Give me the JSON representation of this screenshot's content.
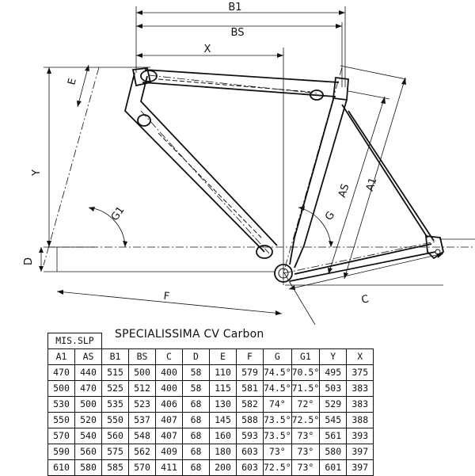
{
  "labels": {
    "B1": "B1",
    "BS": "BS",
    "X": "X",
    "E": "E",
    "Y": "Y",
    "D": "D",
    "G1": "G1",
    "G": "G",
    "AS": "AS",
    "A1": "A1",
    "F": "F",
    "C": "C"
  },
  "table": {
    "title": "SPECIALISSIMA CV Carbon",
    "group_header": "MIS.SLP",
    "columns": [
      "A1",
      "AS",
      "B1",
      "BS",
      "C",
      "D",
      "E",
      "F",
      "G",
      "G1",
      "Y",
      "X"
    ],
    "rows": [
      [
        "470",
        "440",
        "515",
        "500",
        "400",
        "58",
        "110",
        "579",
        "74.5°",
        "70.5°",
        "495",
        "375"
      ],
      [
        "500",
        "470",
        "525",
        "512",
        "400",
        "58",
        "115",
        "581",
        "74.5°",
        "71.5°",
        "503",
        "383"
      ],
      [
        "530",
        "500",
        "535",
        "523",
        "406",
        "68",
        "130",
        "582",
        "74°",
        "72°",
        "529",
        "383"
      ],
      [
        "550",
        "520",
        "550",
        "537",
        "407",
        "68",
        "145",
        "588",
        "73.5°",
        "72.5°",
        "545",
        "388"
      ],
      [
        "570",
        "540",
        "560",
        "548",
        "407",
        "68",
        "160",
        "593",
        "73.5°",
        "73°",
        "561",
        "393"
      ],
      [
        "590",
        "560",
        "575",
        "562",
        "409",
        "68",
        "180",
        "603",
        "73°",
        "73°",
        "580",
        "397"
      ],
      [
        "610",
        "580",
        "585",
        "570",
        "411",
        "68",
        "200",
        "603",
        "72.5°",
        "73°",
        "601",
        "397"
      ]
    ]
  }
}
